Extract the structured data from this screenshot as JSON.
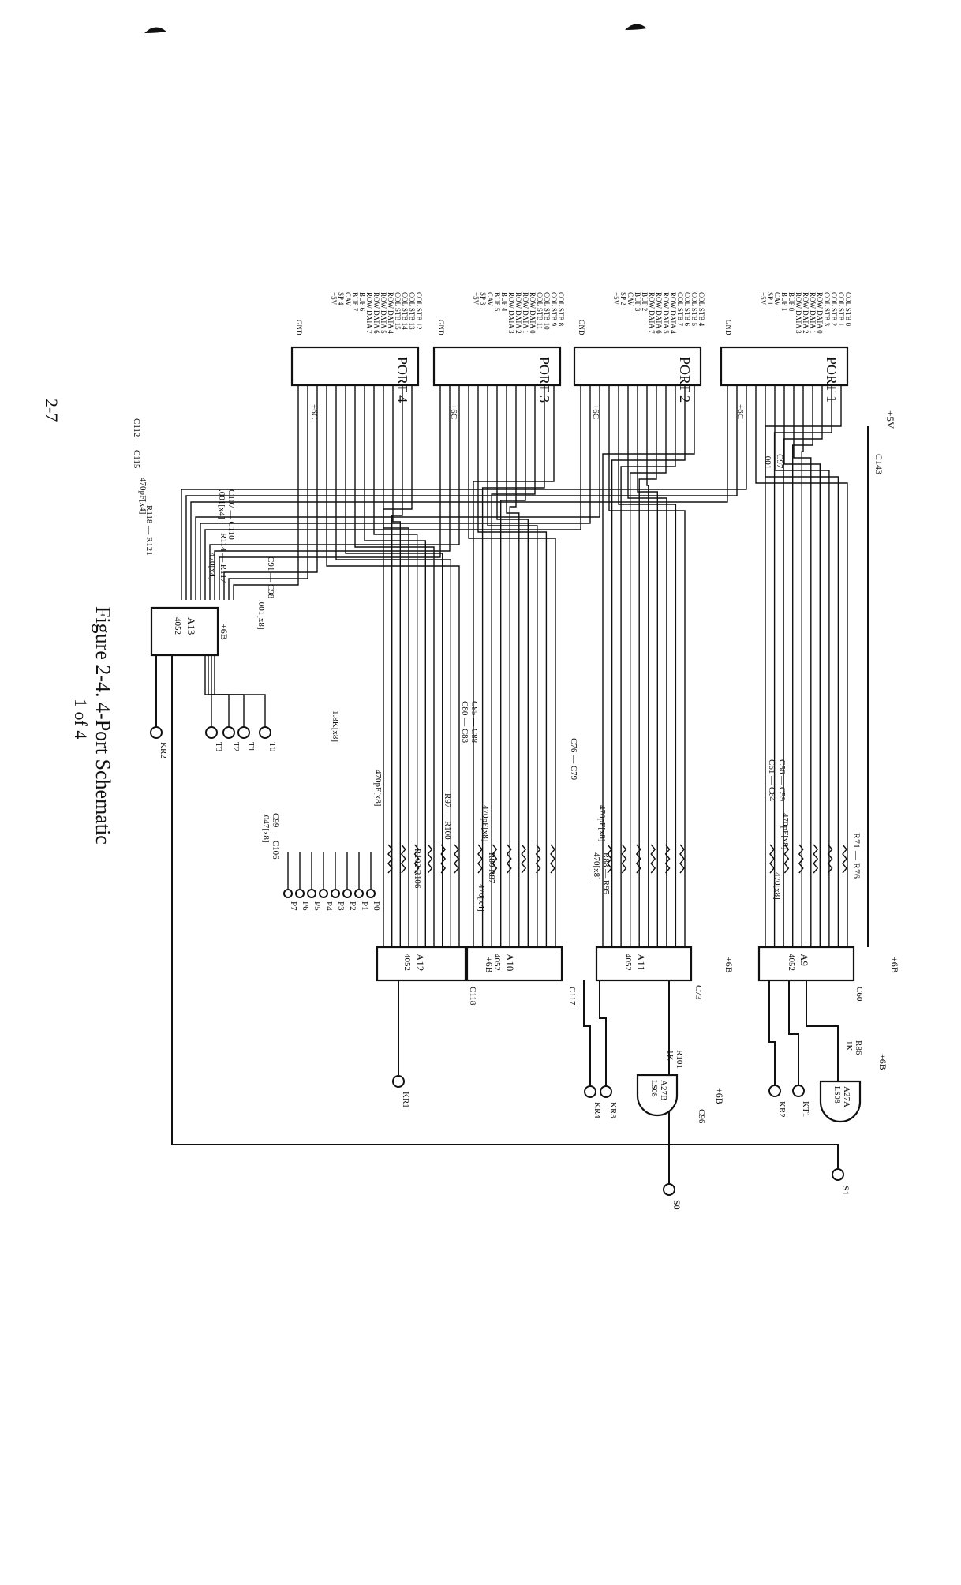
{
  "page_number": "2-7",
  "figure": {
    "caption_line1": "Figure 2-4. 4-Port Schematic",
    "caption_line2": "1 of 4"
  },
  "ports": [
    {
      "title": "PORT 1",
      "pins": [
        "COL STB 0",
        "COL STB 1",
        "COL STB 2",
        "COL STB 3",
        "ROW DATA 0",
        "ROW DATA 1",
        "ROW DATA 2",
        "ROW DATA 3",
        "BUF 0",
        "BUF 1",
        "CAV",
        "SP 1",
        "+5V"
      ],
      "gnd": "GND"
    },
    {
      "title": "PORT 2",
      "pins": [
        "COL STB 4",
        "COL STB 5",
        "COL STB 6",
        "COL STB 7",
        "ROW DATA 4",
        "ROW DATA 5",
        "ROW DATA 6",
        "ROW DATA 7",
        "BUF 2",
        "BUF 3",
        "CAV",
        "SP 2",
        "+5V"
      ],
      "gnd": "GND"
    },
    {
      "title": "PORT 3",
      "pins": [
        "COL STB 8",
        "COL STB 9",
        "COL STB 10",
        "COL STB 11",
        "ROW DATA 0",
        "ROW DATA 1",
        "ROW DATA 2",
        "ROW DATA 3",
        "BUF 4",
        "BUF 5",
        "CAV",
        "SP 3",
        "+5V"
      ],
      "gnd": "GND"
    },
    {
      "title": "PORT 4",
      "pins": [
        "COL STB 12",
        "COL STB 13",
        "COL STB 14",
        "COL STB 15",
        "ROW DATA 4",
        "ROW DATA 5",
        "ROW DATA 6",
        "ROW DATA 7",
        "BUF 6",
        "BUF 7",
        "CAV",
        "SP 4",
        "+5V"
      ],
      "gnd": "GND"
    }
  ],
  "chips": [
    {
      "ref": "A9",
      "part": "4052",
      "supply": "+6B"
    },
    {
      "ref": "A11",
      "part": "4052",
      "supply": "+6B"
    },
    {
      "ref": "A10",
      "part": "4052",
      "supply": "+6B"
    },
    {
      "ref": "A12",
      "part": "4052",
      "supply": "+6B"
    },
    {
      "ref": "A13",
      "part": "4052",
      "supply": "+6B"
    }
  ],
  "gates": [
    {
      "ref": "A27A",
      "part": "LS08"
    },
    {
      "ref": "A27B",
      "part": "LS08"
    }
  ],
  "components": {
    "c143": "C143",
    "cap_a": ".001",
    "c56_59": "C56 — C59",
    "c61_64": "C61 — C64",
    "c60": "C60",
    "c73": "C73",
    "c96": "C96",
    "c117": "C117",
    "c118": "C118",
    "c76_79": "C76 — C79",
    "c85_88": "C85 — C88",
    "c80_83": "C80 — C83",
    "c91_98": "C91 — C98",
    "c99_106": "C99 — C106",
    "c107_110": "C107 — C110",
    "c112_115": "C112 — C115",
    "c97": "C97",
    "r71_r76": "R71 — R76",
    "r80_r87": "R80  R87",
    "r88_r95": "R88 — R95",
    "r97_r100": "R97 — R100",
    "r102_r106": "R102  R106",
    "r114_r117": "R114 — R117",
    "r118_r121": "R118 — R121",
    "r86": "R86",
    "r101": "R101",
    "one_k": "1K",
    "v470pf_x8": "470pF[x8]",
    "v470pf_x4": "470pF[x4]",
    "v470_x8": "470[x8]",
    "v470_x4": "470[x4]",
    "v001_x8": ".001[x8]",
    "v001_x4": ".001[x4]",
    "v047_x8": ".047[x8]",
    "v1_8k_x8": "1.8K[x8]"
  },
  "supplies": {
    "plus5v": "+5V",
    "plus6b": "+6B",
    "plus6c": "+6C"
  },
  "signals": {
    "s0": "S0",
    "s1": "S1",
    "kr1": "KR1",
    "kr2": "KR2",
    "kr3": "KR3",
    "kr4": "KR4",
    "kt1": "KT1",
    "t0": "T0",
    "t1": "T1",
    "t2": "T2",
    "t3": "T3",
    "p_outputs": [
      "P0",
      "P1",
      "P2",
      "P3",
      "P4",
      "P5",
      "P6",
      "P7"
    ]
  }
}
